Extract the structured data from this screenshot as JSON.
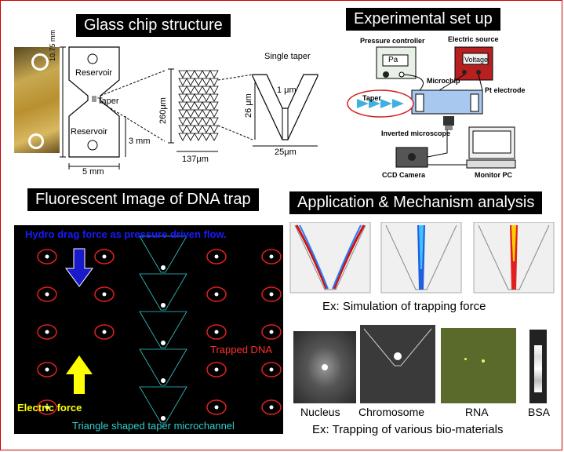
{
  "titles": {
    "glass": "Glass chip structure",
    "setup": "Experimental set up",
    "fluor": "Fluorescent Image of DNA trap",
    "app": "Application & Mechanism analysis"
  },
  "chip": {
    "dim_height": "10.75 mm",
    "reservoir_top": "Reservoir",
    "reservoir_bottom": "Reservoir",
    "taper": "Taper",
    "dim_3mm": "3 mm",
    "dim_5mm": "5 mm",
    "dim_260": "260μm",
    "dim_137": "137μm",
    "single_taper": "Single taper",
    "dim_1": "1 μm",
    "dim_26": "26 μm",
    "dim_25": "25μm"
  },
  "setup": {
    "pressure_controller": "Pressure controller",
    "electric_source": "Electric source",
    "pa": "Pa",
    "voltage": "Voltage",
    "microchip": "Microchip",
    "pt_electrode": "Pt electrode",
    "taper": "Taper",
    "inverted_microscope": "Inverted microscope",
    "ccd_camera": "CCD Camera",
    "monitor_pc": "Monitor PC"
  },
  "fluor": {
    "hydro": "Hydro drag force as pressure driven flow.",
    "trapped": "Trapped DNA",
    "electric": "Electric force",
    "triangle": "Triangle shaped taper microchannel"
  },
  "app": {
    "sim_caption": "Ex: Simulation of trapping force",
    "bio_caption": "Ex: Trapping of various bio-materials",
    "nucleus": "Nucleus",
    "chromosome": "Chromosome",
    "rna": "RNA",
    "bsa": "BSA"
  },
  "colors": {
    "frame": "#cc0000",
    "hydro_text": "#1a1aff",
    "trapped_text": "#ff3030",
    "electric_text": "#ffff00",
    "triangle_text": "#33cccc",
    "circle": "#e02020"
  }
}
